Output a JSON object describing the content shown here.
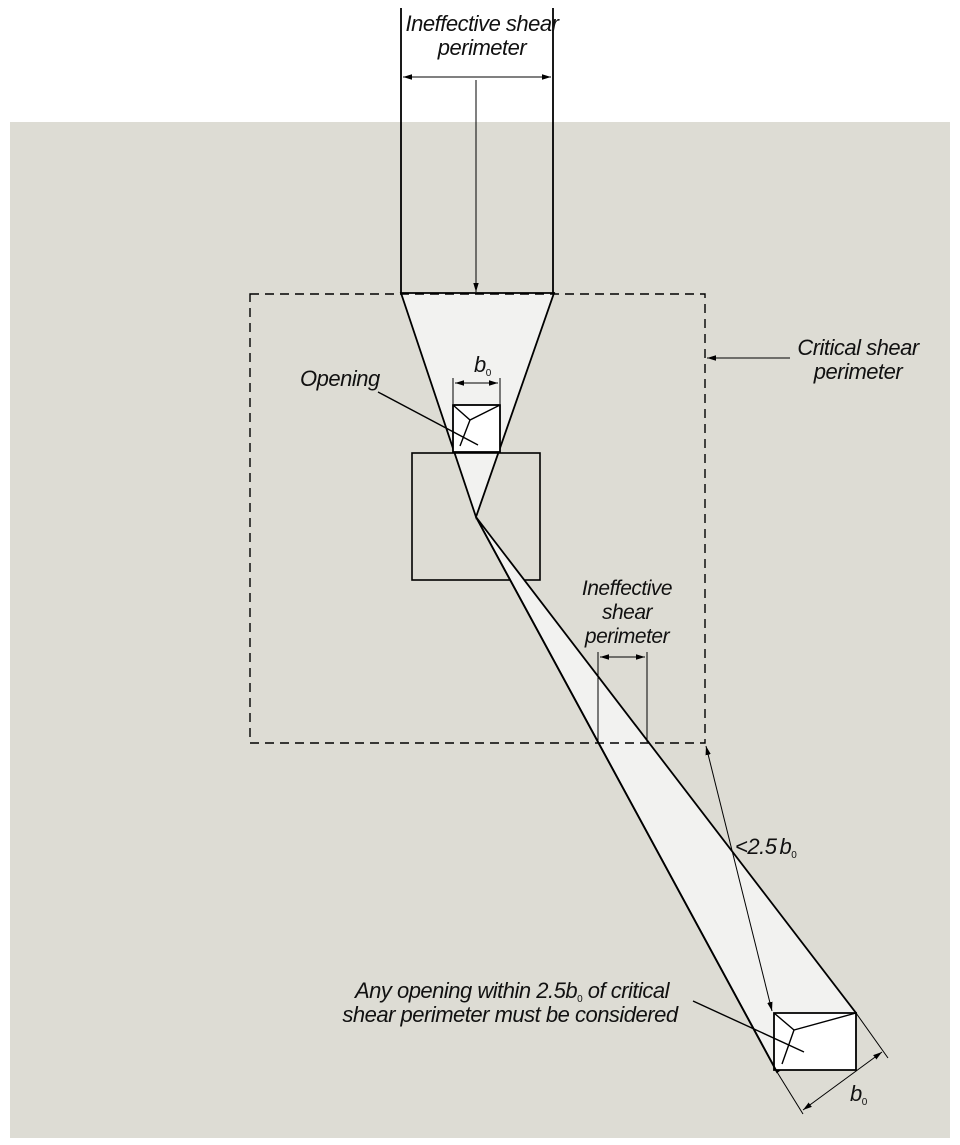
{
  "labels": {
    "top_ineffective_1": "Ineffective shear",
    "top_ineffective_2": "perimeter",
    "critical_1": "Critical shear",
    "critical_2": "perimeter",
    "opening": "Opening",
    "b0_symbol": "b",
    "b0_subscript": "0",
    "mid_ineffective_1": "Ineffective",
    "mid_ineffective_2": "shear",
    "mid_ineffective_3": "perimeter",
    "distance_prefix": "<2.5",
    "distance_symbol": "b",
    "distance_subscript": "0",
    "note_line1_prefix": "Any opening within 2.5",
    "note_line1_symbol": "b",
    "note_line1_subscript": "0",
    "note_line1_suffix": " of critical",
    "note_line2": "shear perimeter must be considered",
    "bottom_b0_symbol": "b",
    "bottom_b0_subscript": "0"
  },
  "colors": {
    "slab": "#dddcd4",
    "shadow_fill": "#f2f2f0",
    "opening_fill": "#ffffff",
    "line": "#000000",
    "background": "#ffffff"
  }
}
